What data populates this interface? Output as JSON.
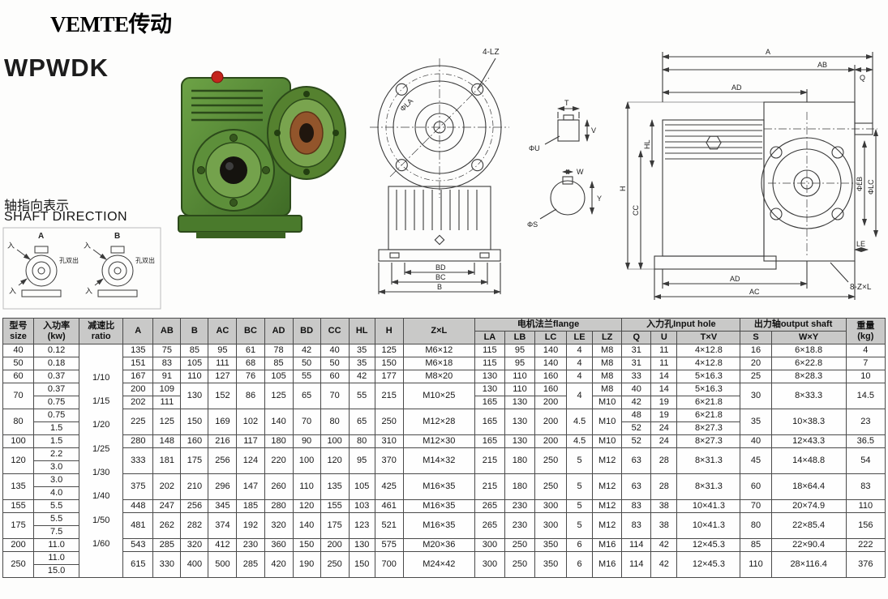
{
  "page": {
    "brand": "VEMTE传动",
    "model": "WPWDK",
    "shaft_direction_cn": "轴指向表示",
    "shaft_direction_en": "SHAFT DIRECTION"
  },
  "drawings": {
    "front_view": {
      "bolt_label": "4-LZ",
      "dia_label": "ΦLA",
      "dim_bd": "BD",
      "dim_bc": "BC",
      "dim_b": "B"
    },
    "shaft_sections": {
      "dim_t": "T",
      "dim_v": "V",
      "dia_u": "ΦU",
      "dia_s": "ΦS",
      "dim_w": "W",
      "dim_y": "Y"
    },
    "side_view": {
      "dim_a": "A",
      "dim_ab": "AB",
      "dim_q": "Q",
      "dim_ad_top": "AD",
      "dim_hl": "HL",
      "dim_cc": "CC",
      "dim_h": "H",
      "dia_lb": "ΦLB",
      "dia_lc": "ΦLC",
      "dim_le": "LE",
      "dim_ad_bottom": "AD",
      "dim_ac": "AC",
      "bolt_label": "8-Z×L"
    },
    "shaft_direction": {
      "label_a": "A",
      "label_b": "B",
      "label_in": "入",
      "label_out": "孔双出"
    }
  },
  "table": {
    "header": [
      [
        {
          "t": "型号\nsize",
          "rs": 2
        },
        {
          "t": "入功率\n(kw)",
          "rs": 2
        },
        {
          "t": "减速比\nratio",
          "rs": 2
        },
        {
          "t": "A",
          "rs": 2
        },
        {
          "t": "AB",
          "rs": 2
        },
        {
          "t": "B",
          "rs": 2
        },
        {
          "t": "AC",
          "rs": 2
        },
        {
          "t": "BC",
          "rs": 2
        },
        {
          "t": "AD",
          "rs": 2
        },
        {
          "t": "BD",
          "rs": 2
        },
        {
          "t": "CC",
          "rs": 2
        },
        {
          "t": "HL",
          "rs": 2
        },
        {
          "t": "H",
          "rs": 2
        },
        {
          "t": "Z×L",
          "rs": 2
        },
        {
          "t": "电机法兰flange",
          "cs": 5
        },
        {
          "t": "入力孔Input hole",
          "cs": 3
        },
        {
          "t": "出力轴output shaft",
          "cs": 2
        },
        {
          "t": "重量\n(kg)",
          "rs": 2
        }
      ],
      [
        {
          "t": "LA"
        },
        {
          "t": "LB"
        },
        {
          "t": "LC"
        },
        {
          "t": "LE"
        },
        {
          "t": "LZ"
        },
        {
          "t": "Q"
        },
        {
          "t": "U"
        },
        {
          "t": "T×V"
        },
        {
          "t": "S"
        },
        {
          "t": "W×Y"
        }
      ]
    ],
    "rows": [
      [
        "40",
        "0.12",
        {
          "multi": true,
          "rs": 18,
          "n": "ratio-cell",
          "t": [
            "1/10",
            "1/15",
            "1/20",
            "1/25",
            "1/30",
            "1/40",
            "1/50",
            "1/60"
          ]
        },
        "135",
        "75",
        "85",
        "95",
        "61",
        "78",
        "42",
        "40",
        "35",
        "125",
        "M6×12",
        "115",
        "95",
        "140",
        "4",
        "M8",
        "31",
        "11",
        "4×12.8",
        "16",
        "6×18.8",
        "4"
      ],
      [
        "50",
        "0.18",
        "151",
        "83",
        "105",
        "111",
        "68",
        "85",
        "50",
        "50",
        "35",
        "150",
        "M6×18",
        "115",
        "95",
        "140",
        "4",
        "M8",
        "31",
        "11",
        "4×12.8",
        "20",
        "6×22.8",
        "7"
      ],
      [
        "60",
        "0.37",
        "167",
        "91",
        "110",
        "127",
        "76",
        "105",
        "55",
        "60",
        "42",
        "177",
        "M8×20",
        "130",
        "110",
        "160",
        "4",
        "M8",
        "33",
        "14",
        "5×16.3",
        "25",
        "8×28.3",
        "10"
      ],
      [
        {
          "t": "70",
          "rs": 2
        },
        "0.37",
        "200",
        "109",
        {
          "t": "130",
          "rs": 2
        },
        {
          "t": "152",
          "rs": 2
        },
        {
          "t": "86",
          "rs": 2
        },
        {
          "t": "125",
          "rs": 2
        },
        {
          "t": "65",
          "rs": 2
        },
        {
          "t": "70",
          "rs": 2
        },
        {
          "t": "55",
          "rs": 2
        },
        {
          "t": "215",
          "rs": 2
        },
        {
          "t": "M10×25",
          "rs": 2
        },
        "130",
        "110",
        "160",
        {
          "t": "4",
          "rs": 2
        },
        "M8",
        "40",
        "14",
        "5×16.3",
        {
          "t": "30",
          "rs": 2
        },
        {
          "t": "8×33.3",
          "rs": 2
        },
        {
          "t": "14.5",
          "rs": 2
        }
      ],
      [
        "0.75",
        "202",
        "111",
        "165",
        "130",
        "200",
        "M10",
        "42",
        "19",
        "6×21.8"
      ],
      [
        {
          "t": "80",
          "rs": 2
        },
        "0.75",
        {
          "t": "225",
          "rs": 2
        },
        {
          "t": "125",
          "rs": 2
        },
        {
          "t": "150",
          "rs": 2
        },
        {
          "t": "169",
          "rs": 2
        },
        {
          "t": "102",
          "rs": 2
        },
        {
          "t": "140",
          "rs": 2
        },
        {
          "t": "70",
          "rs": 2
        },
        {
          "t": "80",
          "rs": 2
        },
        {
          "t": "65",
          "rs": 2
        },
        {
          "t": "250",
          "rs": 2
        },
        {
          "t": "M12×28",
          "rs": 2
        },
        {
          "t": "165",
          "rs": 2
        },
        {
          "t": "130",
          "rs": 2
        },
        {
          "t": "200",
          "rs": 2
        },
        {
          "t": "4.5",
          "rs": 2
        },
        {
          "t": "M10",
          "rs": 2
        },
        "48",
        "19",
        "6×21.8",
        {
          "t": "35",
          "rs": 2
        },
        {
          "t": "10×38.3",
          "rs": 2
        },
        {
          "t": "23",
          "rs": 2
        }
      ],
      [
        "1.5",
        "52",
        "24",
        "8×27.3"
      ],
      [
        "100",
        "1.5",
        "280",
        "148",
        "160",
        "216",
        "117",
        "180",
        "90",
        "100",
        "80",
        "310",
        "M12×30",
        "165",
        "130",
        "200",
        "4.5",
        "M10",
        "52",
        "24",
        "8×27.3",
        "40",
        "12×43.3",
        "36.5"
      ],
      [
        {
          "t": "120",
          "rs": 2
        },
        "2.2",
        {
          "t": "333",
          "rs": 2
        },
        {
          "t": "181",
          "rs": 2
        },
        {
          "t": "175",
          "rs": 2
        },
        {
          "t": "256",
          "rs": 2
        },
        {
          "t": "124",
          "rs": 2
        },
        {
          "t": "220",
          "rs": 2
        },
        {
          "t": "100",
          "rs": 2
        },
        {
          "t": "120",
          "rs": 2
        },
        {
          "t": "95",
          "rs": 2
        },
        {
          "t": "370",
          "rs": 2
        },
        {
          "t": "M14×32",
          "rs": 2
        },
        {
          "t": "215",
          "rs": 2
        },
        {
          "t": "180",
          "rs": 2
        },
        {
          "t": "250",
          "rs": 2
        },
        {
          "t": "5",
          "rs": 2
        },
        {
          "t": "M12",
          "rs": 2
        },
        {
          "t": "63",
          "rs": 2
        },
        {
          "t": "28",
          "rs": 2
        },
        {
          "t": "8×31.3",
          "rs": 2
        },
        {
          "t": "45",
          "rs": 2
        },
        {
          "t": "14×48.8",
          "rs": 2
        },
        {
          "t": "54",
          "rs": 2
        }
      ],
      [
        "3.0"
      ],
      [
        {
          "t": "135",
          "rs": 2
        },
        "3.0",
        {
          "t": "375",
          "rs": 2
        },
        {
          "t": "202",
          "rs": 2
        },
        {
          "t": "210",
          "rs": 2
        },
        {
          "t": "296",
          "rs": 2
        },
        {
          "t": "147",
          "rs": 2
        },
        {
          "t": "260",
          "rs": 2
        },
        {
          "t": "110",
          "rs": 2
        },
        {
          "t": "135",
          "rs": 2
        },
        {
          "t": "105",
          "rs": 2
        },
        {
          "t": "425",
          "rs": 2
        },
        {
          "t": "M16×35",
          "rs": 2
        },
        {
          "t": "215",
          "rs": 2
        },
        {
          "t": "180",
          "rs": 2
        },
        {
          "t": "250",
          "rs": 2
        },
        {
          "t": "5",
          "rs": 2
        },
        {
          "t": "M12",
          "rs": 2
        },
        {
          "t": "63",
          "rs": 2
        },
        {
          "t": "28",
          "rs": 2
        },
        {
          "t": "8×31.3",
          "rs": 2
        },
        {
          "t": "60",
          "rs": 2
        },
        {
          "t": "18×64.4",
          "rs": 2
        },
        {
          "t": "83",
          "rs": 2
        }
      ],
      [
        "4.0"
      ],
      [
        "155",
        "5.5",
        "448",
        "247",
        "256",
        "345",
        "185",
        "280",
        "120",
        "155",
        "103",
        "461",
        "M16×35",
        "265",
        "230",
        "300",
        "5",
        "M12",
        "83",
        "38",
        "10×41.3",
        "70",
        "20×74.9",
        "110"
      ],
      [
        {
          "t": "175",
          "rs": 2
        },
        "5.5",
        {
          "t": "481",
          "rs": 2
        },
        {
          "t": "262",
          "rs": 2
        },
        {
          "t": "282",
          "rs": 2
        },
        {
          "t": "374",
          "rs": 2
        },
        {
          "t": "192",
          "rs": 2
        },
        {
          "t": "320",
          "rs": 2
        },
        {
          "t": "140",
          "rs": 2
        },
        {
          "t": "175",
          "rs": 2
        },
        {
          "t": "123",
          "rs": 2
        },
        {
          "t": "521",
          "rs": 2
        },
        {
          "t": "M16×35",
          "rs": 2
        },
        {
          "t": "265",
          "rs": 2
        },
        {
          "t": "230",
          "rs": 2
        },
        {
          "t": "300",
          "rs": 2
        },
        {
          "t": "5",
          "rs": 2
        },
        {
          "t": "M12",
          "rs": 2
        },
        {
          "t": "83",
          "rs": 2
        },
        {
          "t": "38",
          "rs": 2
        },
        {
          "t": "10×41.3",
          "rs": 2
        },
        {
          "t": "80",
          "rs": 2
        },
        {
          "t": "22×85.4",
          "rs": 2
        },
        {
          "t": "156",
          "rs": 2
        }
      ],
      [
        "7.5"
      ],
      [
        "200",
        "11.0",
        "543",
        "285",
        "320",
        "412",
        "230",
        "360",
        "150",
        "200",
        "130",
        "575",
        "M20×36",
        "300",
        "250",
        "350",
        "6",
        "M16",
        "114",
        "42",
        "12×45.3",
        "85",
        "22×90.4",
        "222"
      ],
      [
        {
          "t": "250",
          "rs": 2
        },
        "11.0",
        {
          "t": "615",
          "rs": 2
        },
        {
          "t": "330",
          "rs": 2
        },
        {
          "t": "400",
          "rs": 2
        },
        {
          "t": "500",
          "rs": 2
        },
        {
          "t": "285",
          "rs": 2
        },
        {
          "t": "420",
          "rs": 2
        },
        {
          "t": "190",
          "rs": 2
        },
        {
          "t": "250",
          "rs": 2
        },
        {
          "t": "150",
          "rs": 2
        },
        {
          "t": "700",
          "rs": 2
        },
        {
          "t": "M24×42",
          "rs": 2
        },
        {
          "t": "300",
          "rs": 2
        },
        {
          "t": "250",
          "rs": 2
        },
        {
          "t": "350",
          "rs": 2
        },
        {
          "t": "6",
          "rs": 2
        },
        {
          "t": "M16",
          "rs": 2
        },
        {
          "t": "114",
          "rs": 2
        },
        {
          "t": "42",
          "rs": 2
        },
        {
          "t": "12×45.3",
          "rs": 2
        },
        {
          "t": "110",
          "rs": 2
        },
        {
          "t": "28×116.4",
          "rs": 2
        },
        {
          "t": "376",
          "rs": 2
        }
      ],
      [
        "15.0"
      ]
    ]
  }
}
